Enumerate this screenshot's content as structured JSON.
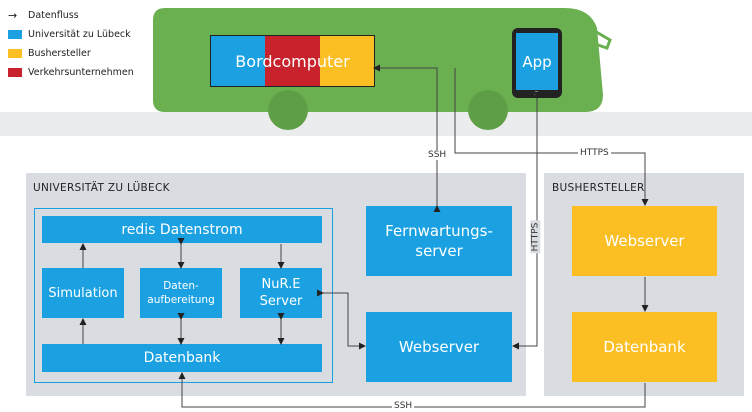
{
  "legend": {
    "flow_label": "Datenfluss",
    "items": [
      {
        "label": "Universität zu Lübeck",
        "color": "#1ba1e2"
      },
      {
        "label": "Bushersteller",
        "color": "#fbbf24"
      },
      {
        "label": "Verkehrsunternehmen",
        "color": "#c8232c"
      }
    ]
  },
  "bus": {
    "bordcomputer_label": "Bordcomputer",
    "app_label": "App",
    "bus_color": "#6aaf50"
  },
  "regions": {
    "uni_title": "UNIVERSITÄT ZU LÜBECK",
    "bus_title": "BUSHERSTELLER"
  },
  "uni": {
    "redis": "redis Datenstrom",
    "simulation": "Simulation",
    "datenaufbereitung_1": "Daten-",
    "datenaufbereitung_2": "aufbereitung",
    "nure_1": "NuR.E",
    "nure_2": "Server",
    "datenbank": "Datenbank",
    "fernwartung_1": "Fernwartungs-",
    "fernwartung_2": "server",
    "webserver": "Webserver"
  },
  "hersteller": {
    "webserver": "Webserver",
    "datenbank": "Datenbank"
  },
  "connections": {
    "ssh_top": "SSH",
    "https_top": "HTTPS",
    "https_vertical": "HTTPS",
    "ssh_bottom": "SSH"
  }
}
